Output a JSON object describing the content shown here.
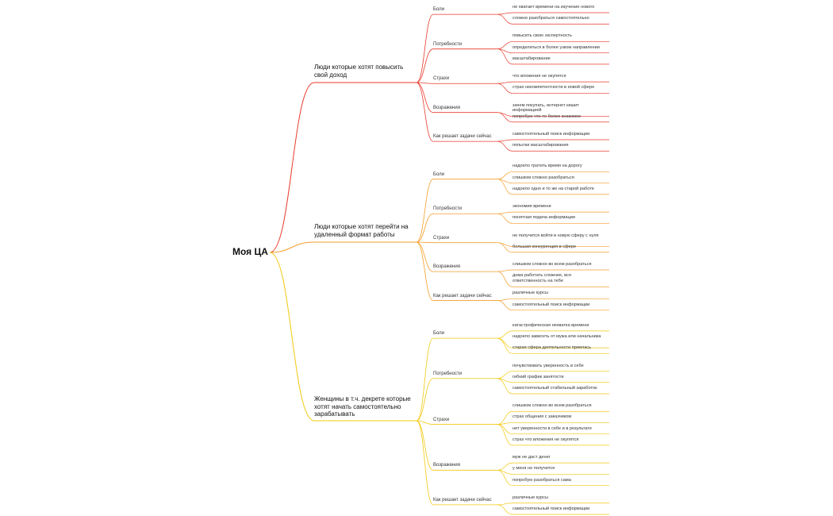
{
  "title": "Моя ЦА",
  "colors": [
    "#e8392a",
    "#f59d2a",
    "#f2c80f"
  ],
  "segments": [
    {
      "label": "Люди которые хотят повысить свой доход",
      "categories": [
        {
          "label": "Боли",
          "items": [
            "не хватает времени на изучение нового",
            "сложно разобраться самостоятельно"
          ]
        },
        {
          "label": "Потребности",
          "items": [
            "повысить свою экспертность",
            "определиться в более узком направлении",
            "масштабирование"
          ]
        },
        {
          "label": "Страхи",
          "items": [
            "что вложения не окупятся",
            "страх некомпетентности в новой сфере"
          ]
        },
        {
          "label": "Возражения",
          "items": [
            "зачем покупать, интернет кишит информацией",
            "попробую что-то более знакомое"
          ]
        },
        {
          "label": "Как решает задачи сейчас",
          "items": [
            "самостоятельный поиск информации",
            "попытки масштабирования"
          ]
        }
      ]
    },
    {
      "label": "Люди которые хотят перейти на удаленный формат работы",
      "categories": [
        {
          "label": "Боли",
          "items": [
            "надоело тратить время на дорогу",
            "слишком сложно разобраться",
            "надоело одно и то же на старой работе"
          ]
        },
        {
          "label": "Потребности",
          "items": [
            "экономия времени",
            "понятная подача информации"
          ]
        },
        {
          "label": "Страхи",
          "items": [
            "не получится войти в новую сферу с нуля",
            "большая конкуренция в сфере"
          ]
        },
        {
          "label": "Возражения",
          "items": [
            "слишком сложно во всем разобраться",
            "дома работать сложнее, вся ответственность на тебе"
          ]
        },
        {
          "label": "Как решает задачи сейчас",
          "items": [
            "различные курсы",
            "самостоятельный поиск информации"
          ]
        }
      ]
    },
    {
      "label": "Женщины в т.ч. декрете которые хотят начать самостоятельно зарабатывать",
      "categories": [
        {
          "label": "Боли",
          "items": [
            "катастрофическая нехватка времени",
            "надоело зависеть от мужа или начальника",
            "старая сфера деятельности приелась"
          ]
        },
        {
          "label": "Потребности",
          "items": [
            "почувствовать уверенность в себе",
            "гибкий график занятости",
            "самостоятельный стабильный заработок"
          ]
        },
        {
          "label": "Страхи",
          "items": [
            "слишком сложно во всем разобраться",
            "страх общения с заказчиком",
            "нет уверенности в себе и в результате",
            "страх что вложения не окупятся"
          ]
        },
        {
          "label": "Возражения",
          "items": [
            "муж не даст денег",
            "у меня не получится",
            "попробую разобраться сама"
          ]
        },
        {
          "label": "Как решает задачи сейчас",
          "items": [
            "различные курсы",
            "самостоятельный поиск информации"
          ]
        }
      ]
    }
  ]
}
